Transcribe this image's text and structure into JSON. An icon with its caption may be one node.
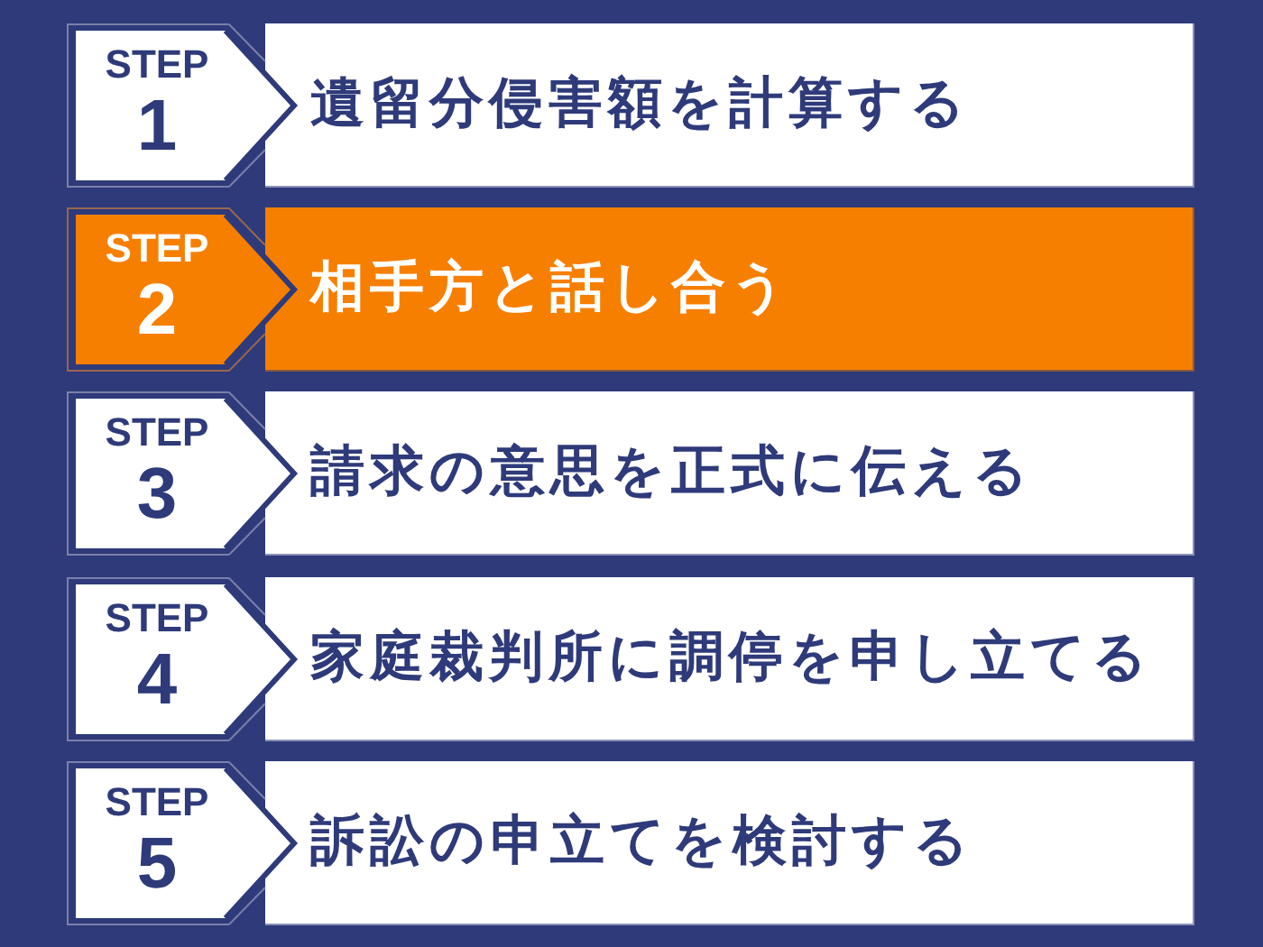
{
  "diagram": {
    "nodes": [
      {
        "text": [
          "STEP",
          "1"
        ]
      },
      {
        "text": [
          "遺留分侵害額を計算する"
        ]
      },
      {
        "text": [
          "STEP",
          "2"
        ]
      },
      {
        "text": [
          "相手方と話し合う"
        ]
      },
      {
        "text": [
          "STEP",
          "3"
        ]
      },
      {
        "text": [
          "請求の意思を正式に伝える"
        ]
      },
      {
        "text": [
          "STEP",
          "4"
        ]
      },
      {
        "text": [
          "家庭裁判所に調停を申し立てる"
        ]
      },
      {
        "text": [
          "STEP",
          "5"
        ]
      },
      {
        "text": [
          "訴訟の申立てを検討する"
        ]
      }
    ]
  }
}
